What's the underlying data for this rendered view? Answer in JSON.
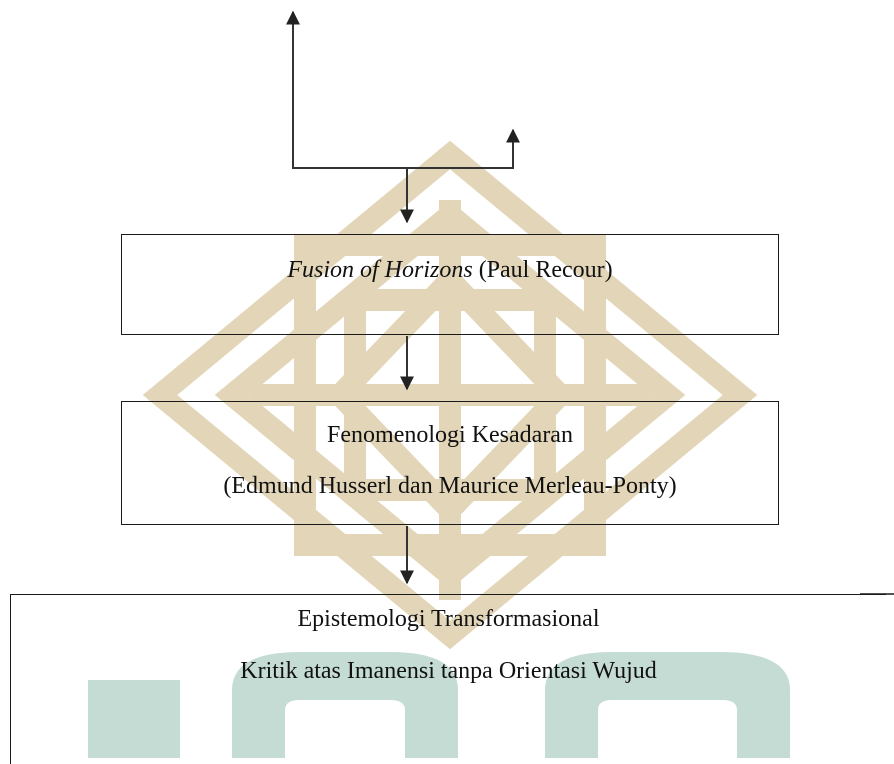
{
  "watermark": {
    "colors": {
      "emblem": "#e3d6b8",
      "letters": "#c4dcd4"
    }
  },
  "nodes": {
    "fusion": {
      "title_italic": "Fusion of Horizons",
      "author": " (Paul Recour)"
    },
    "fenomenologi": {
      "title": "Fenomenologi Kesadaran",
      "authors": "(Edmund Husserl dan Maurice Merleau-Ponty)"
    },
    "epistemologi": {
      "title": "Epistemologi Transformasional",
      "subtitle": "Kritik atas Imanensi tanpa Orientasi Wujud"
    }
  },
  "edges": [
    {
      "from": "branch-left-up",
      "to": "offscreen-top"
    },
    {
      "from": "branch-right-up",
      "to": "offscreen-right"
    },
    {
      "from": "junction",
      "to": "fusion"
    },
    {
      "from": "fusion",
      "to": "fenomenologi"
    },
    {
      "from": "fenomenologi",
      "to": "epistemologi"
    }
  ],
  "colors": {
    "line": "#333333",
    "box_border": "#1a1a1a",
    "text": "#111111"
  }
}
